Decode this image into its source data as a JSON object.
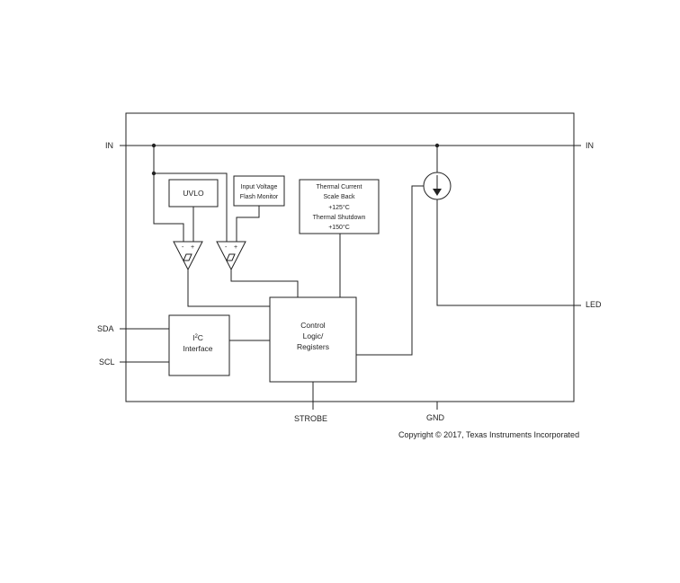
{
  "pins": {
    "in_left": "IN",
    "in_right": "IN",
    "sda": "SDA",
    "scl": "SCL",
    "led": "LED",
    "strobe": "STROBE",
    "gnd": "GND"
  },
  "blocks": {
    "uvlo": "UVLO",
    "flash_monitor": [
      "Input Voltage",
      "Flash Monitor"
    ],
    "thermal": [
      "Thermal Current",
      "Scale Back",
      "+125°C",
      "Thermal Shutdown",
      "+150°C"
    ],
    "control": [
      "Control",
      "Logic/",
      "Registers"
    ],
    "i2c": {
      "prefix": "I",
      "superscript": "2",
      "suffix": "C",
      "line2": "Interface"
    }
  },
  "comparators": {
    "minus": "-",
    "plus": "+"
  },
  "copyright": "Copyright © 2017, Texas Instruments Incorporated"
}
